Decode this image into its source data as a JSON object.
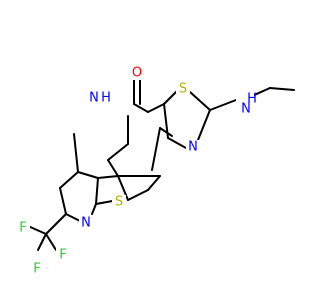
{
  "palette": {
    "carbon_bond": "#000000",
    "oxygen": "#ff0000",
    "nitrogen": "#0000ff",
    "sulfur": "#b2b200",
    "fluorine": "#33cc33",
    "background": "#ffffff"
  },
  "atoms": {
    "o_carbonyl": {
      "text": "O",
      "element": "oxygen"
    },
    "n_lactam": {
      "text": "N",
      "element": "nitrogen"
    },
    "h_lactam": {
      "text": "H",
      "element": "nitrogen"
    },
    "s_thiazole": {
      "text": "S",
      "element": "sulfur"
    },
    "n_thiazole": {
      "text": "N",
      "element": "nitrogen"
    },
    "n_amine": {
      "text": "N",
      "element": "nitrogen"
    },
    "h_amine": {
      "text": "H",
      "element": "nitrogen"
    },
    "s_thiophene": {
      "text": "S",
      "element": "sulfur"
    },
    "n_pyridine": {
      "text": "N",
      "element": "nitrogen"
    },
    "f_1": {
      "text": "F",
      "element": "fluorine"
    },
    "f_2": {
      "text": "F",
      "element": "fluorine"
    },
    "f_3": {
      "text": "F",
      "element": "fluorine"
    }
  }
}
